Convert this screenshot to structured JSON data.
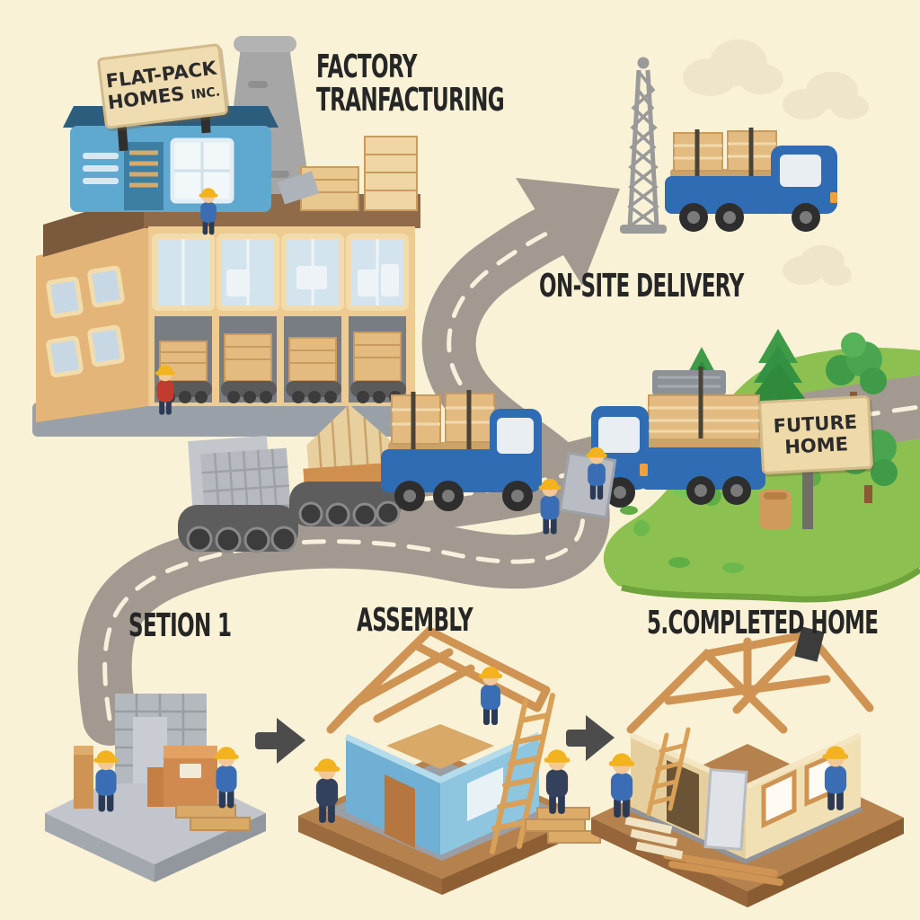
{
  "title": "Flat-pack homes process illustration",
  "labels": {
    "factory_sign": {
      "line1": "FLAT-PACK",
      "word2": "HOMES",
      "word3": "INC."
    },
    "stage_factory_line1": "FACTORY",
    "stage_factory_line2": "TRANFACTURING",
    "stage_delivery": "ON-SITE DELIVERY",
    "future_sign": {
      "line1": "FUTURE",
      "line2": "HOME"
    },
    "stage_section": "SETION 1",
    "stage_assembly": "ASSEMBLY",
    "stage_completed": "5.COMPLETED HOME"
  },
  "colors": {
    "background": "#f9f2d7",
    "road": "#a29a90",
    "road_dash": "#f6f0dc",
    "text": "#262626",
    "arrow": "#4c4c4c",
    "factory_wall": "#eecb90",
    "factory_roof_band": "#8f6b49",
    "container_blue": "#5fa8cf",
    "truck_blue": "#2f6cb3",
    "lumber_tan": "#e3bb80",
    "grass_green": "#8cc152",
    "tree_green": "#3f9b47",
    "worker_shirt_blue": "#3a6db4",
    "worker_shirt_red": "#c23b2e",
    "hard_hat_yellow": "#f2b31e",
    "sign_board": "#efdcb0"
  },
  "scenes": [
    {
      "name": "factory-manufacturing"
    },
    {
      "name": "on-site-delivery"
    },
    {
      "name": "section-1-prep"
    },
    {
      "name": "assembly"
    },
    {
      "name": "completed-home"
    }
  ]
}
